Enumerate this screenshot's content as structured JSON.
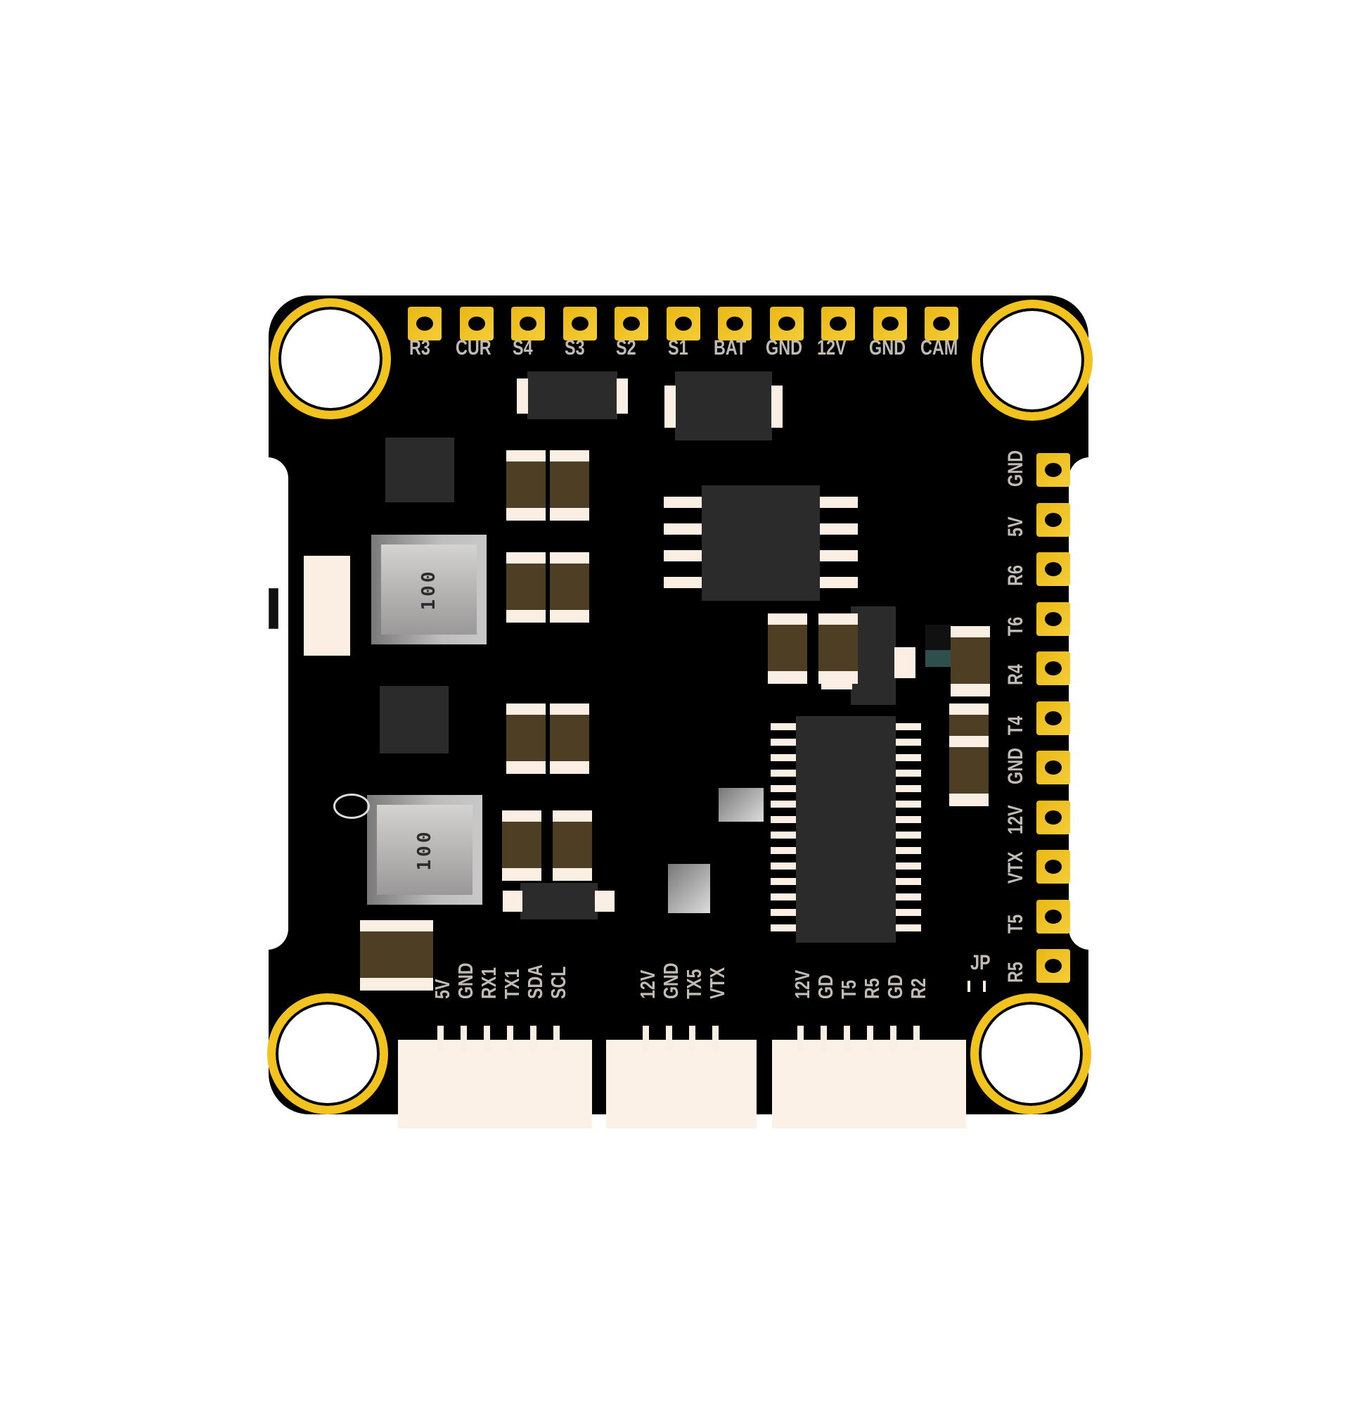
{
  "board": {
    "name": "Flight controller PCB diagram",
    "colors": {
      "pcb": "#000000",
      "pad": "#f2c31f",
      "silk": "#c2bbb3",
      "component": "#2b2b2b",
      "capacitor": "#4e3f24",
      "connector": "#fcf1e7"
    },
    "top_pads": [
      "R3",
      "CUR",
      "S4",
      "S3",
      "S2",
      "S1",
      "BAT",
      "GND",
      "12V",
      "GND",
      "CAM"
    ],
    "right_pads": [
      "GND",
      "5V",
      "R6",
      "T6",
      "R4",
      "T4",
      "GND",
      "12V",
      "VTX",
      "T5",
      "R5"
    ],
    "inductors": [
      {
        "marking": "100"
      },
      {
        "marking": "100"
      }
    ],
    "connectors": [
      {
        "pins": [
          "5V",
          "GND",
          "RX1",
          "TX1",
          "SDA",
          "SCL"
        ]
      },
      {
        "pins": [
          "12V",
          "GND",
          "TX5",
          "VTX"
        ]
      },
      {
        "pins": [
          "12V",
          "GD",
          "T5",
          "R5",
          "GD",
          "R2"
        ]
      }
    ],
    "jumper_label": "JP"
  }
}
